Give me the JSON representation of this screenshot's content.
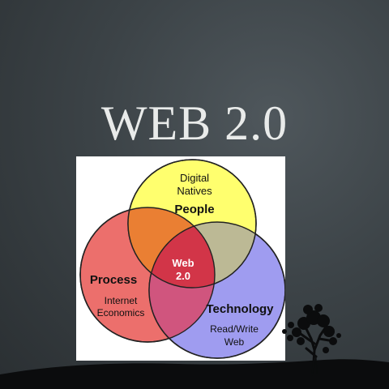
{
  "slide": {
    "title": "WEB 2.0"
  },
  "diagram": {
    "circles": {
      "people": {
        "label": "People",
        "sub_label": [
          "Digital",
          "Natives"
        ],
        "color": "#ffff66"
      },
      "process": {
        "label": "Process",
        "sub_label": [
          "Internet",
          "Economics"
        ],
        "color": "#ee6666"
      },
      "technology": {
        "label": "Technology",
        "sub_label": [
          "Read/Write",
          "Web"
        ],
        "color": "#9999ee"
      }
    },
    "center": {
      "label": [
        "Web",
        "2.0"
      ],
      "color": "#cc3344"
    }
  }
}
